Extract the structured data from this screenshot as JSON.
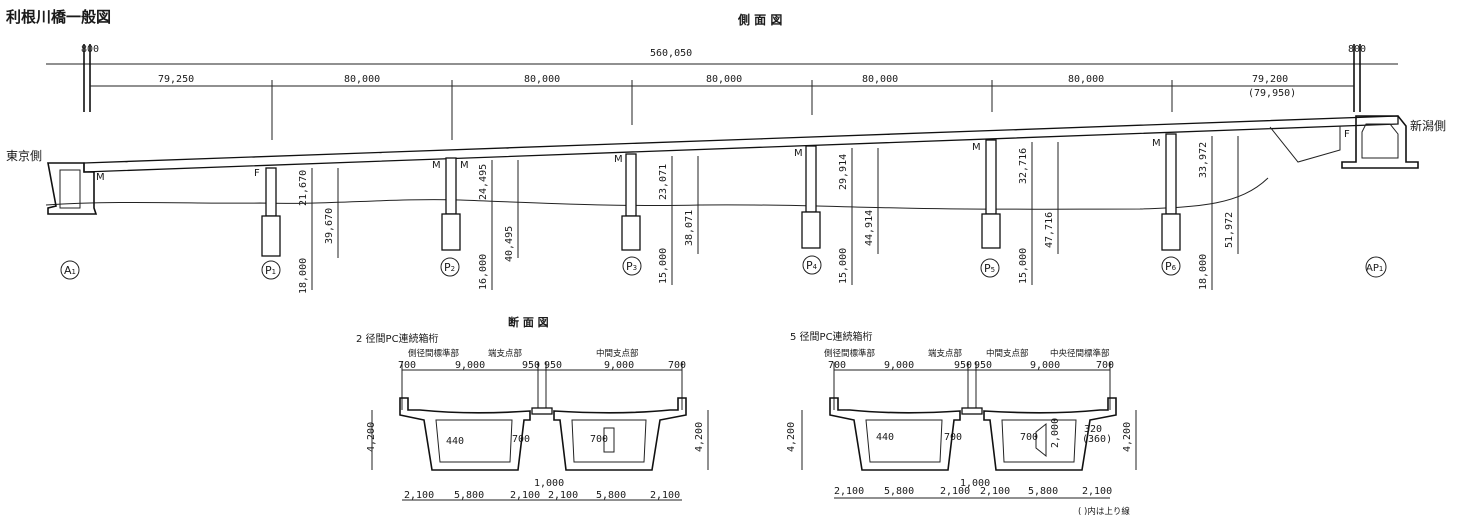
{
  "title": "利根川橋一般図",
  "side_view": {
    "heading": "側 面 図",
    "total_span": "560,050",
    "end_overhang_left": "800",
    "end_overhang_right": "800",
    "spans": [
      "79,250",
      "80,000",
      "80,000",
      "80,000",
      "80,000",
      "80,000",
      "79,200"
    ],
    "last_span_note": "(79,950)",
    "left_side": "東京側",
    "right_side": "新潟側",
    "supports": [
      {
        "id": "A1",
        "label_main": "A",
        "label_sub": "1",
        "bearing": "M",
        "pier": "",
        "foot": ""
      },
      {
        "id": "P1",
        "label_main": "P",
        "label_sub": "1",
        "bearing": "F",
        "pier": "21,670",
        "total": "39,670",
        "foot": "18,000"
      },
      {
        "id": "P2",
        "label_main": "P",
        "label_sub": "2",
        "bearing": "M",
        "bearing2": "M",
        "pier": "24,495",
        "total": "40,495",
        "foot": "16,000"
      },
      {
        "id": "P3",
        "label_main": "P",
        "label_sub": "3",
        "bearing": "M",
        "pier": "23,071",
        "total": "38,071",
        "foot": "15,000"
      },
      {
        "id": "P4",
        "label_main": "P",
        "label_sub": "4",
        "bearing": "M",
        "pier": "29,914",
        "total": "44,914",
        "foot": "15,000"
      },
      {
        "id": "P5",
        "label_main": "P",
        "label_sub": "5",
        "bearing": "M",
        "pier": "32,716",
        "total": "47,716",
        "foot": "15,000"
      },
      {
        "id": "P6",
        "label_main": "P",
        "label_sub": "6",
        "bearing": "M",
        "pier": "33,972",
        "total": "51,972",
        "foot": "18,000"
      },
      {
        "id": "AP1",
        "label_main": "AP",
        "label_sub": "1",
        "bearing": "F",
        "pier": "",
        "foot": ""
      }
    ]
  },
  "section_view": {
    "heading": "断 面 図",
    "left": {
      "title": "2 径間PC連続箱桁",
      "part_labels": [
        "側径間標準部",
        "端支点部",
        "中間支点部"
      ],
      "top_dims": [
        "700",
        "9,000",
        "950",
        "950",
        "9,000",
        "700"
      ],
      "height": "4,200",
      "height_right": "4,200",
      "web_labels": [
        "440",
        "700",
        "700"
      ],
      "center_dim": "1,000",
      "bottom_dims": [
        "2,100",
        "5,800",
        "2,100",
        "2,100",
        "5,800",
        "2,100"
      ]
    },
    "right": {
      "title": "5 径間PC連続箱桁",
      "part_labels": [
        "側径間標準部",
        "端支点部",
        "中間支点部",
        "中央径間標準部"
      ],
      "top_dims": [
        "700",
        "9,000",
        "950",
        "950",
        "9,000",
        "700"
      ],
      "height": "4,200",
      "height_right": "4,200",
      "web_labels": [
        "440",
        "700",
        "700"
      ],
      "inner_dim": "2,000",
      "side_dim": "320",
      "side_dim_note": "(360)",
      "center_dim": "1,000",
      "bottom_dims": [
        "2,100",
        "5,800",
        "2,100",
        "2,100",
        "5,800",
        "2,100"
      ],
      "note": "( )内は上り線"
    }
  }
}
